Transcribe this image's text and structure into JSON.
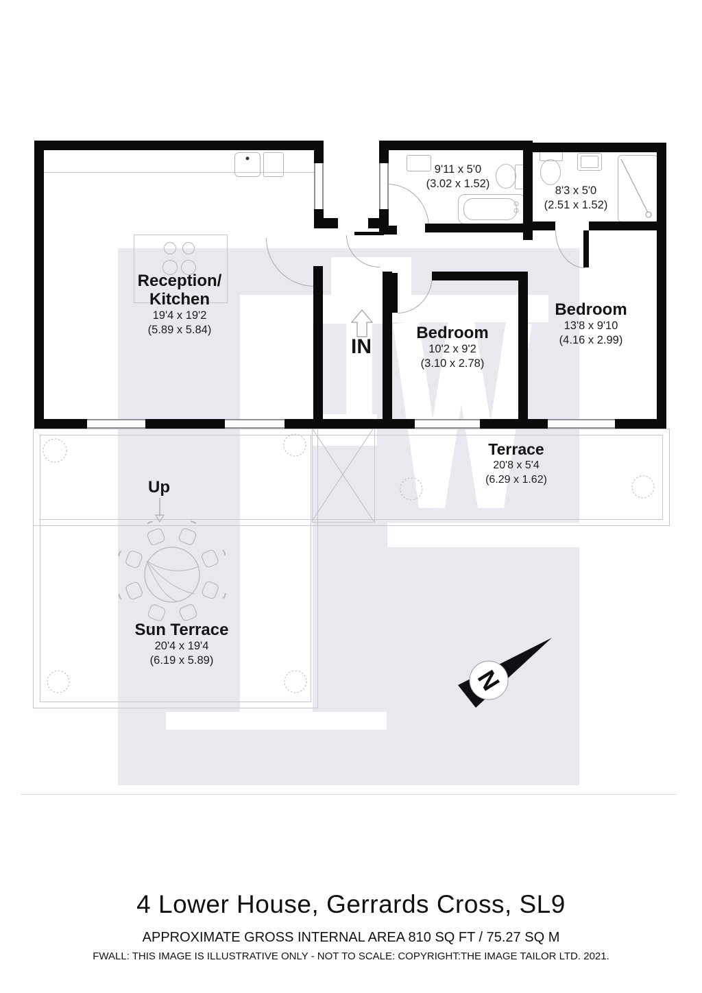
{
  "watermark": {
    "letters": "FW"
  },
  "rooms": {
    "kitchen": {
      "name_line1": "Reception/",
      "name_line2": "Kitchen",
      "dims_ft": "19'4 x 19'2",
      "dims_m": "(5.89 x 5.84)"
    },
    "bath_main": {
      "dims_ft": "9'11 x 5'0",
      "dims_m": "(3.02 x 1.52)"
    },
    "bath_second": {
      "dims_ft": "8'3 x 5'0",
      "dims_m": "(2.51 x 1.52)"
    },
    "bedroom_middle": {
      "name": "Bedroom",
      "dims_ft": "10'2 x 9'2",
      "dims_m": "(3.10 x 2.78)"
    },
    "bedroom_right": {
      "name": "Bedroom",
      "dims_ft": "13'8 x 9'10",
      "dims_m": "(4.16 x 2.99)"
    },
    "terrace": {
      "name": "Terrace",
      "dims_ft": "20'8 x 5'4",
      "dims_m": "(6.29 x 1.62)"
    },
    "sun_terrace": {
      "name": "Sun Terrace",
      "dims_ft": "20'4 x 19'4",
      "dims_m": "(6.19 x 5.89)"
    }
  },
  "annotations": {
    "entrance": "IN",
    "stairs": "Up",
    "compass_north": "N"
  },
  "footer": {
    "address": "4 Lower House, Gerrards Cross, SL9",
    "area": "APPROXIMATE GROSS INTERNAL AREA 810 SQ FT / 75.27 SQ M",
    "disclaimer": "FWALL: THIS IMAGE IS ILLUSTRATIVE ONLY - NOT TO SCALE: COPYRIGHT:THE IMAGE TAILOR LTD. 2021."
  },
  "colors": {
    "wall": "#0b0b0b",
    "watermark_block": "#e8e9ee",
    "outline": "#c6c6cc",
    "fixture": "#b4b4bb"
  }
}
